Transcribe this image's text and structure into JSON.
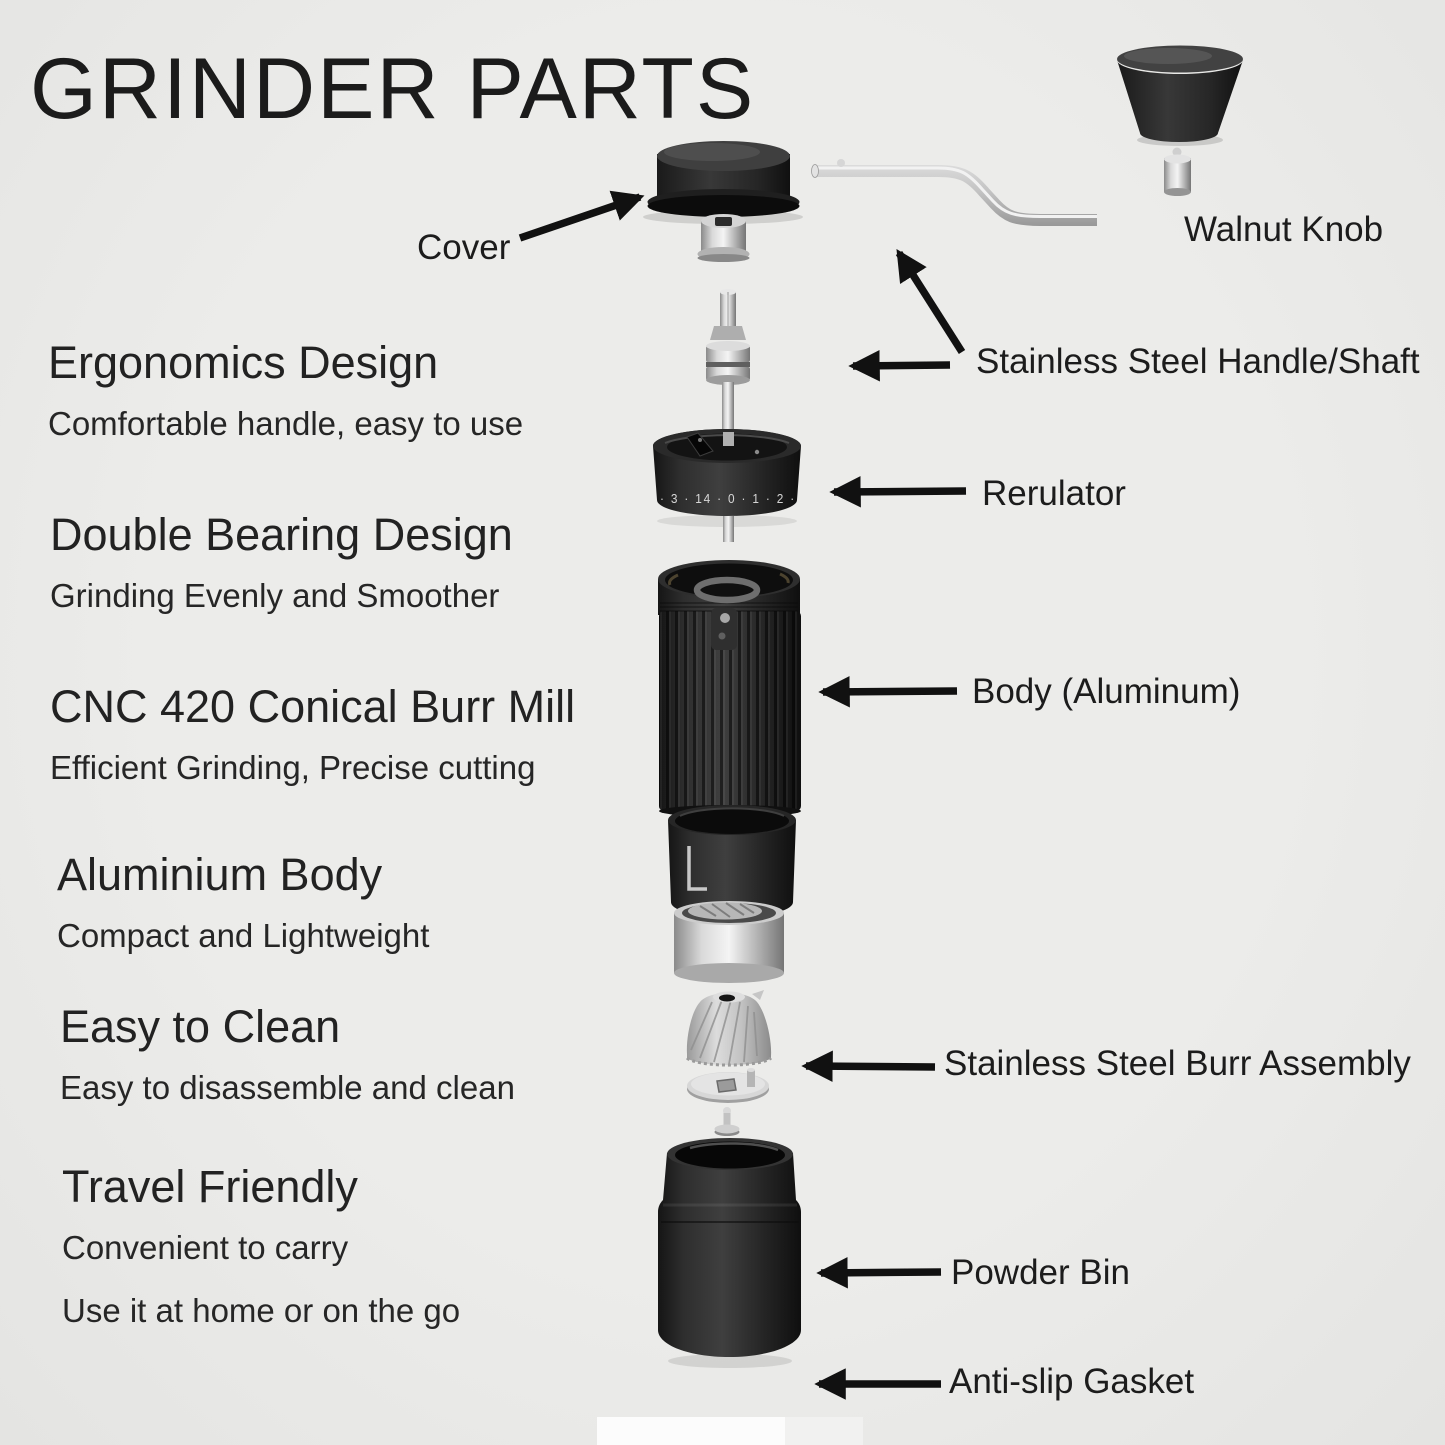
{
  "title": "GRINDER PARTS",
  "features": [
    {
      "title": "Ergonomics Design",
      "sub": "Comfortable handle, easy to use"
    },
    {
      "title": "Double Bearing Design",
      "sub": "Grinding Evenly and Smoother"
    },
    {
      "title": "CNC 420 Conical Burr Mill",
      "sub": "Efficient Grinding, Precise cutting"
    },
    {
      "title": "Aluminium Body",
      "sub": "Compact and Lightweight"
    },
    {
      "title": "Easy to Clean",
      "sub": "Easy to disassemble and clean"
    },
    {
      "title": "Travel Friendly",
      "sub": "Convenient to carry",
      "sub2": "Use it at home or on the go"
    }
  ],
  "labels": {
    "cover": "Cover",
    "walnut_knob": "Walnut Knob",
    "handle_shaft": "Stainless Steel Handle/Shaft",
    "regulator": "Rerulator",
    "body": "Body (Aluminum)",
    "burr_assembly": "Stainless Steel Burr Assembly",
    "powder_bin": "Powder Bin",
    "gasket": "Anti-slip Gasket"
  },
  "regulator_dial": "· 3 · 14 · 0 · 1 · 2 ·",
  "colors": {
    "background": "#e9e9e7",
    "text": "#1d1d1d",
    "arrow": "#111111",
    "part_black": "#1a1a1a",
    "steel": "#c9c9c9"
  }
}
